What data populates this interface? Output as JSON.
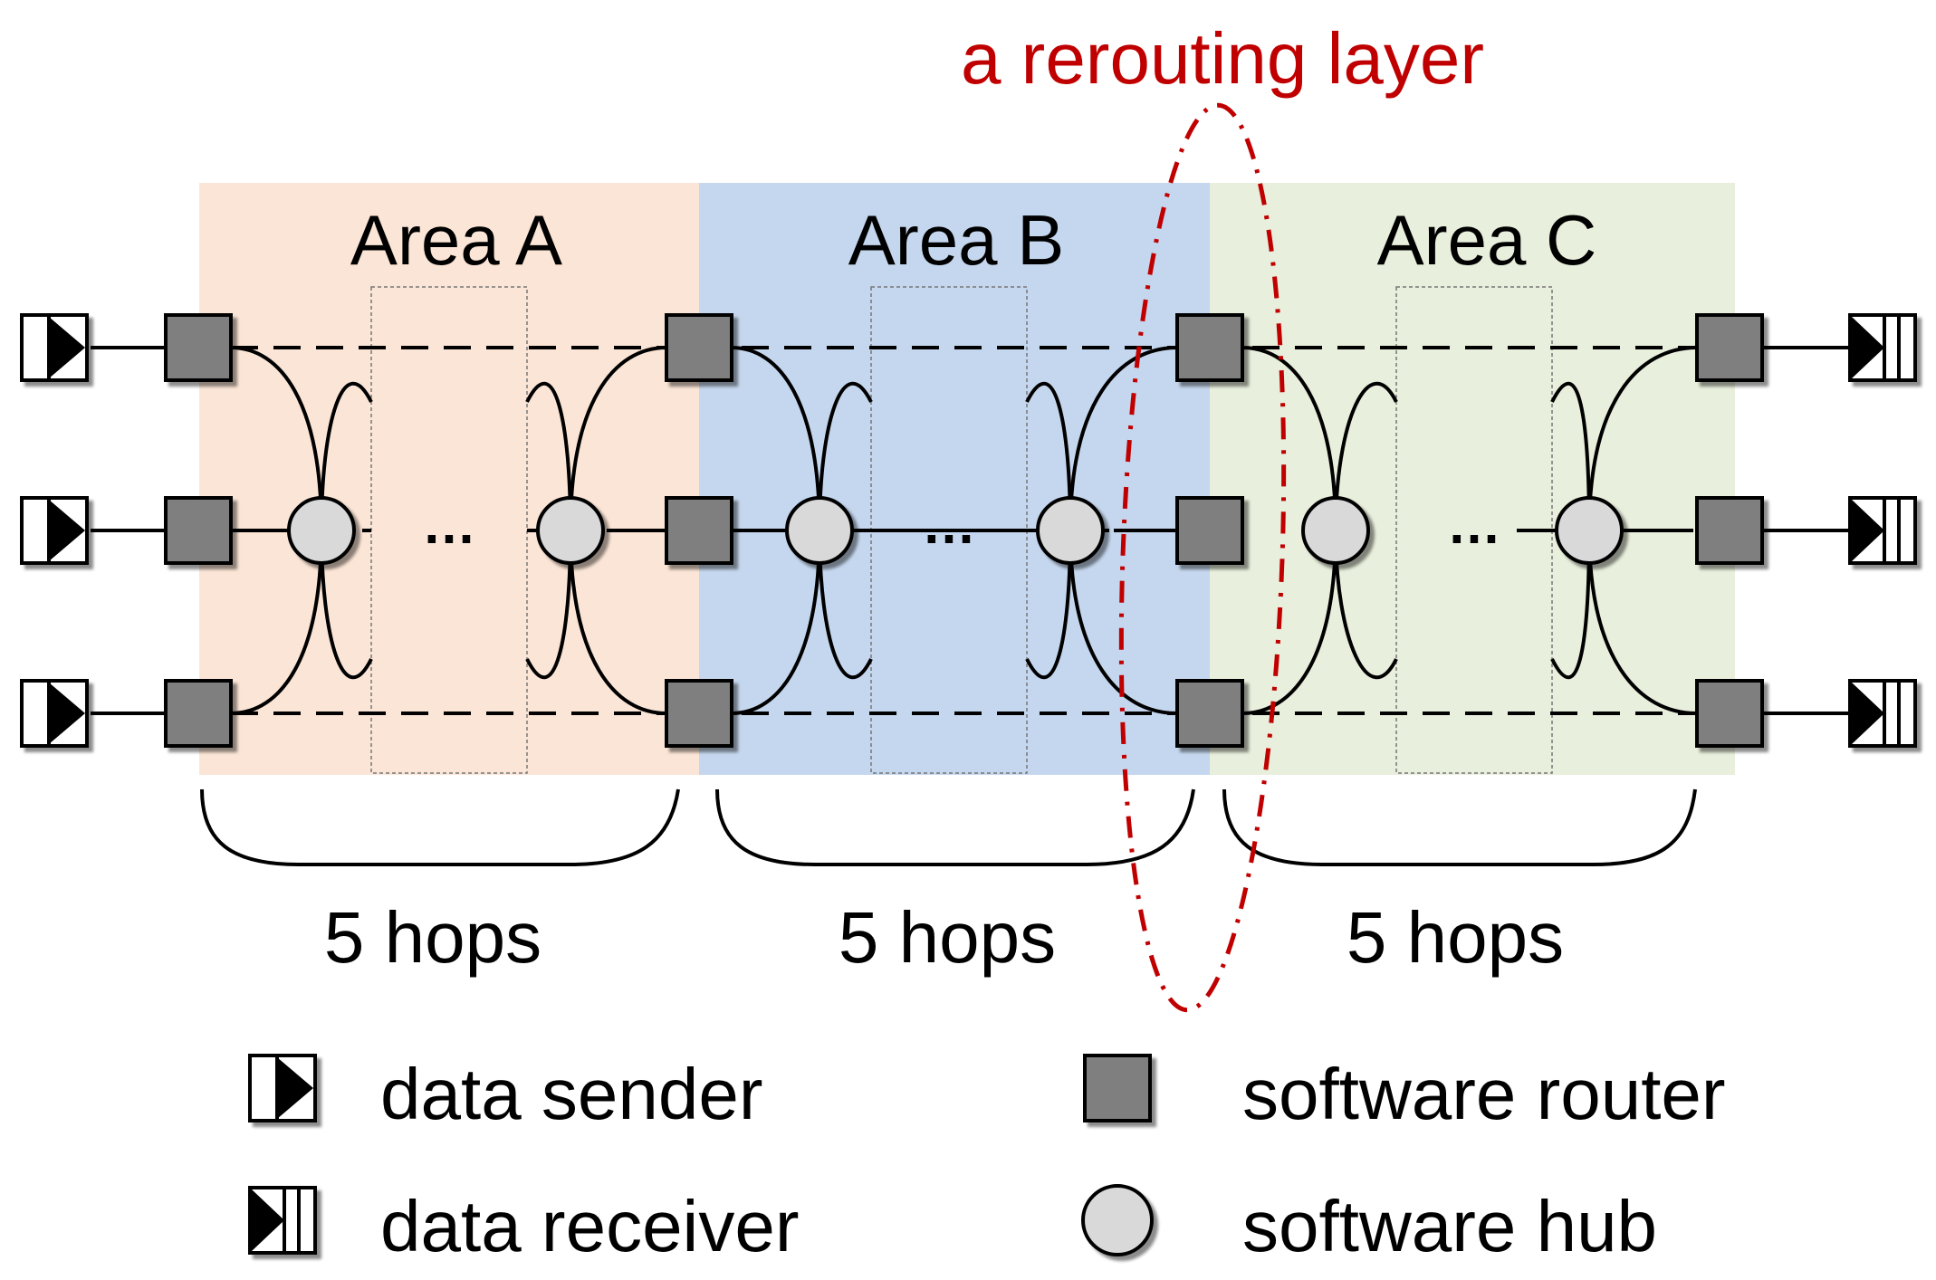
{
  "areas": [
    {
      "label": "Area A",
      "color": "#fbe5d6"
    },
    {
      "label": "Area B",
      "color": "#c5d7ee"
    },
    {
      "label": "Area C",
      "color": "#e8efdc"
    }
  ],
  "hops": [
    "5 hops",
    "5 hops",
    "5 hops"
  ],
  "ellipsis": "…",
  "rerouting_label": "a rerouting layer",
  "rerouting_color": "#c00000",
  "router_color": "#7f7f7f",
  "hub_color": "#d9d9d9",
  "legend": {
    "sender": "data sender",
    "receiver": "data receiver",
    "router": "software router",
    "hub": "software hub"
  }
}
